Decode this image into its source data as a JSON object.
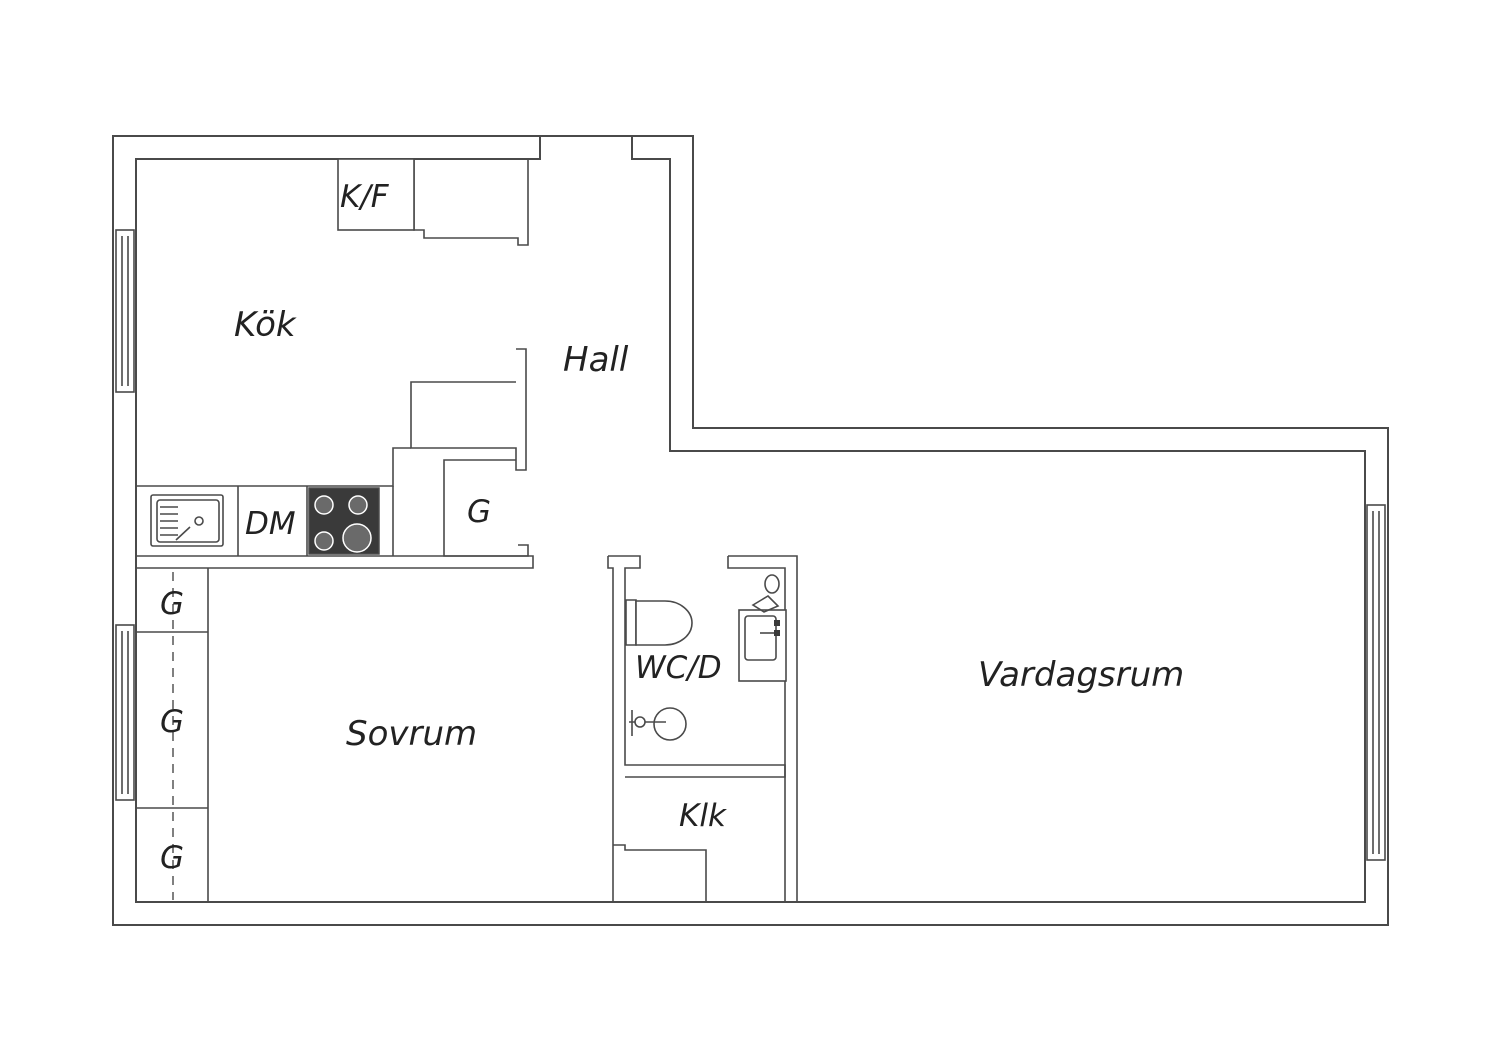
{
  "rooms": {
    "kok": "Kök",
    "hall": "Hall",
    "kf": "K/F",
    "dm": "DM",
    "g_hall": "G",
    "g_1": "G",
    "g_2": "G",
    "g_3": "G",
    "sovrum": "Sovrum",
    "wcd": "WC/D",
    "klk": "Klk",
    "vardagsrum": "Vardagsrum"
  },
  "colors": {
    "line": "#4a4a4a",
    "stove": "#3a3a3a",
    "background": "#ffffff"
  }
}
